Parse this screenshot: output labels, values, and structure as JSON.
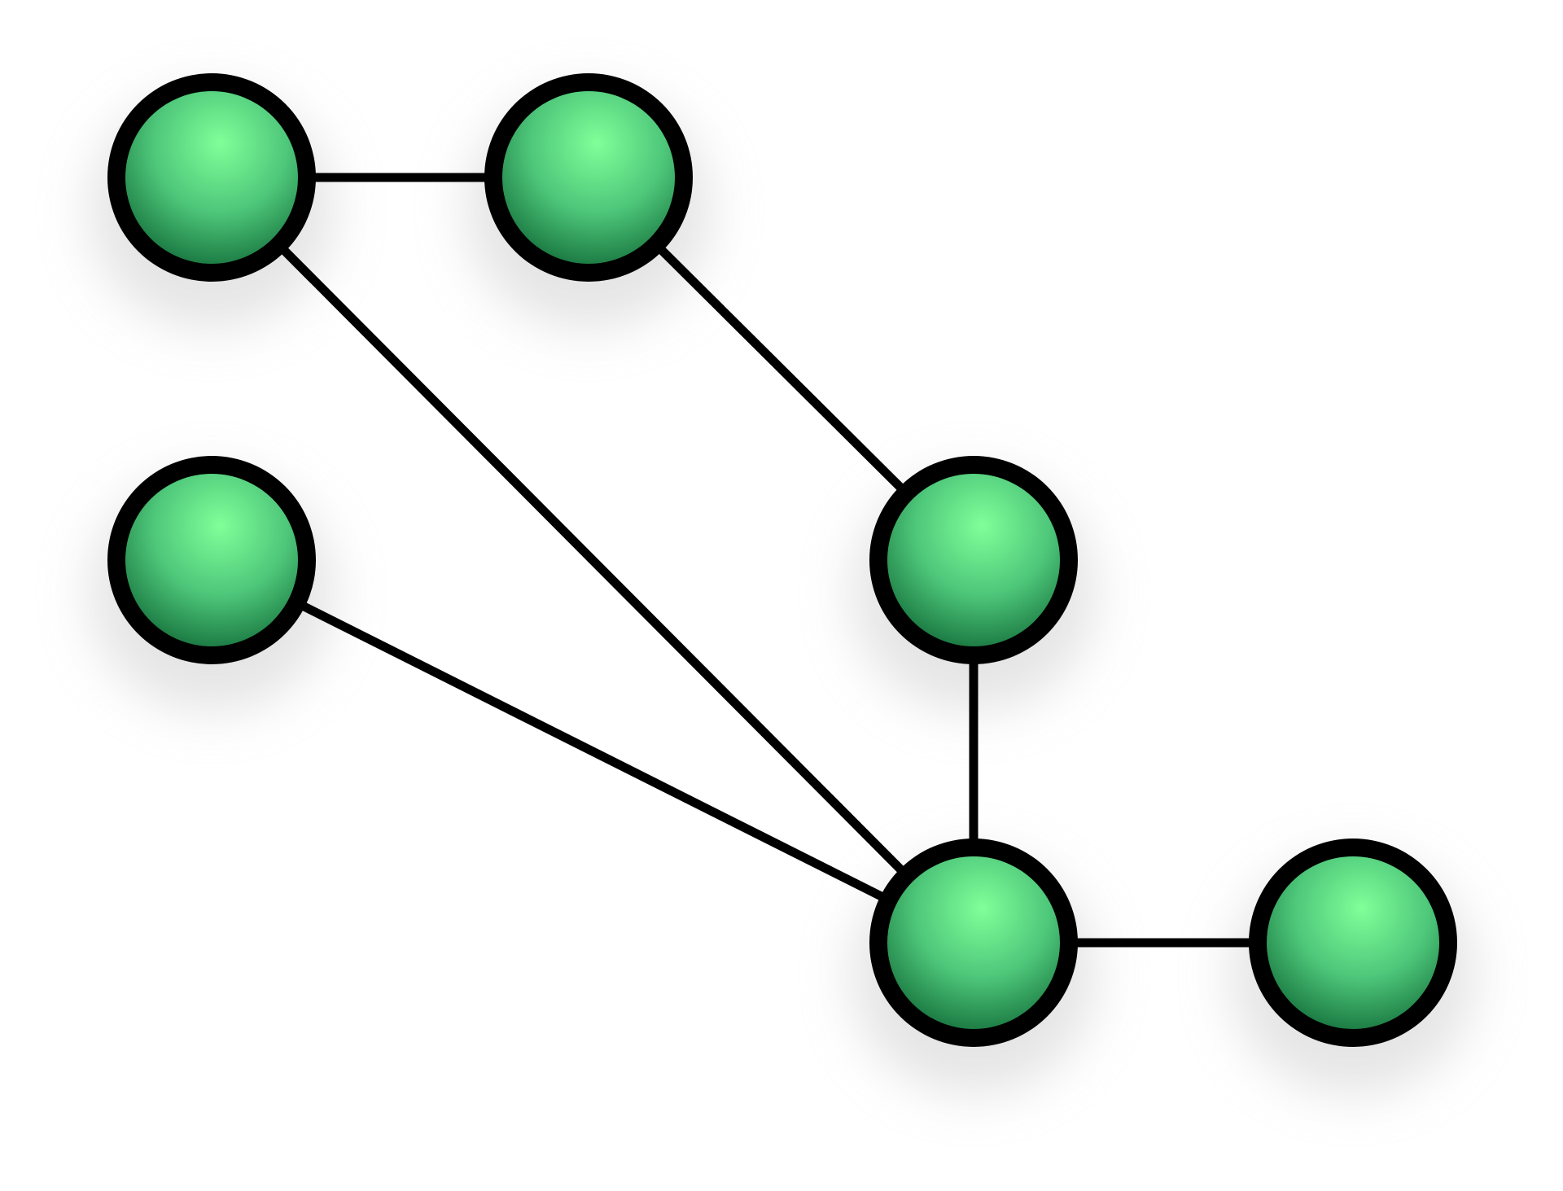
{
  "diagram": {
    "type": "undirected-graph",
    "colors": {
      "background": "#ffffff",
      "node_highlight": "#80ff99",
      "node_mid": "#4ec77a",
      "node_shadow_tone": "#0e6634",
      "node_outline": "#000000",
      "edge": "#000000",
      "drop_shadow": "#d0d0d0"
    },
    "nodes": [
      {
        "id": "n1"
      },
      {
        "id": "n2"
      },
      {
        "id": "n3"
      },
      {
        "id": "n4"
      },
      {
        "id": "n5"
      },
      {
        "id": "n6"
      }
    ],
    "edges": [
      {
        "from": "n1",
        "to": "n2"
      },
      {
        "from": "n1",
        "to": "n5"
      },
      {
        "from": "n2",
        "to": "n4"
      },
      {
        "from": "n3",
        "to": "n5"
      },
      {
        "from": "n4",
        "to": "n5"
      },
      {
        "from": "n5",
        "to": "n6"
      }
    ]
  }
}
